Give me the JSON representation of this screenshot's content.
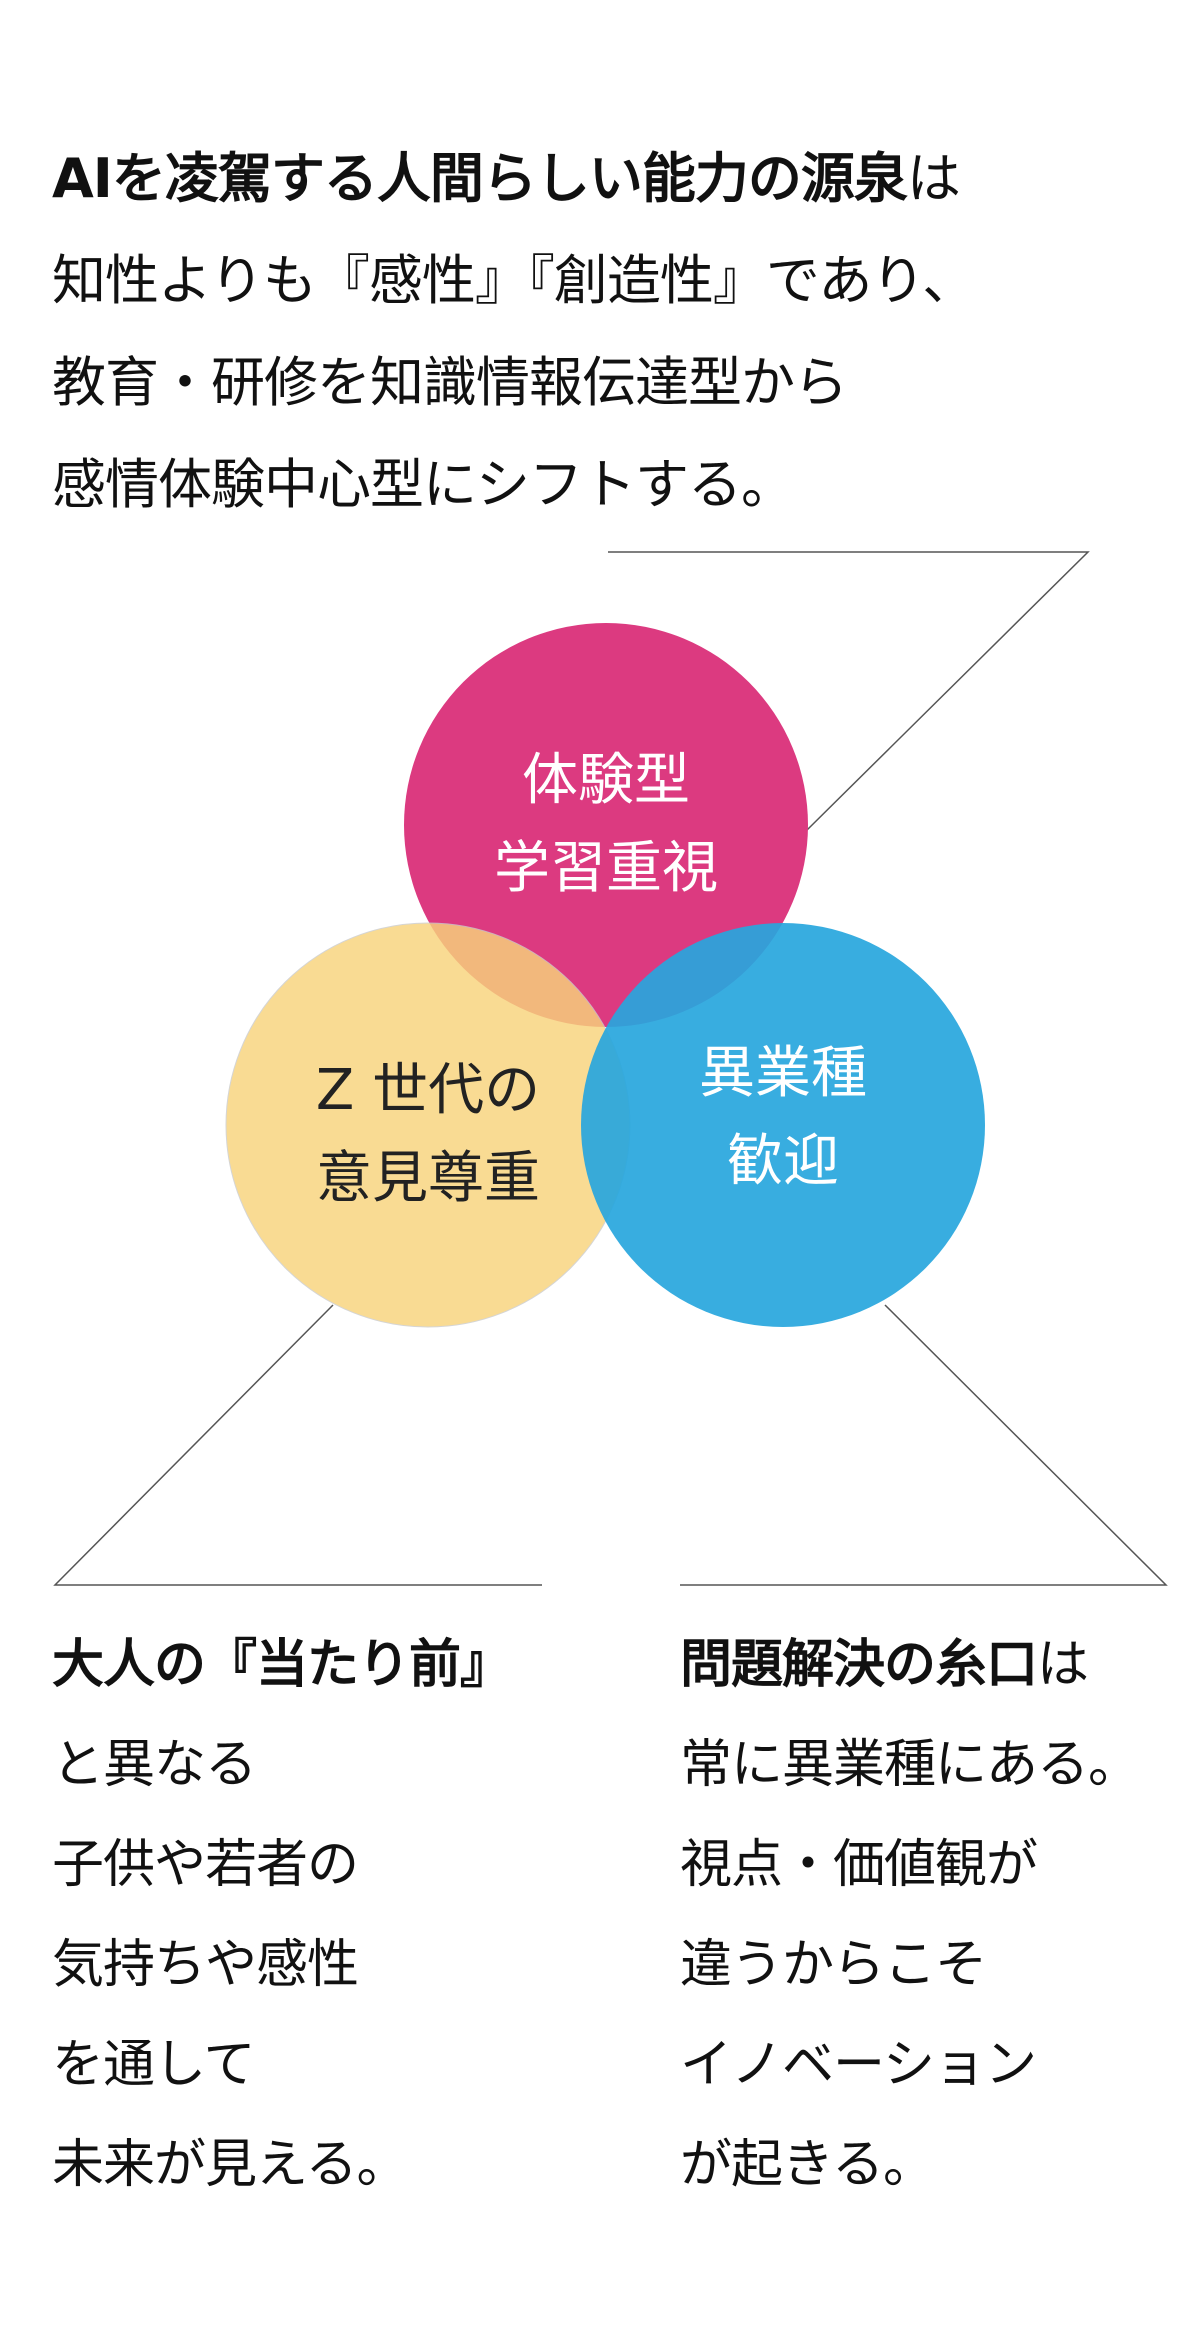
{
  "headline": {
    "line1_bold": "AIを凌駕する人間らしい能力の源泉",
    "line1_rest": "は",
    "line2": "知性よりも『感性』『創造性』であり、",
    "line3": "教育・研修を知識情報伝達型から",
    "line4": "感情体験中心型にシフトする。"
  },
  "circles": {
    "top": {
      "line1": "体験型",
      "line2": "学習重視",
      "color": "#dc3a80"
    },
    "left": {
      "line1": "Z 世代の",
      "line2": "意見尊重",
      "color": "#f8d47c"
    },
    "right": {
      "line1": "異業種",
      "line2": "歓迎",
      "color": "#27a6dd"
    }
  },
  "left_column": {
    "bold": "大人の『当たり前』",
    "lines": [
      "と異なる",
      "子供や若者の",
      "気持ちや感性",
      "を通して",
      "未来が見える。"
    ]
  },
  "right_column": {
    "bold": "問題解決の糸口",
    "bold_rest": "は",
    "lines": [
      "常に異業種にある。",
      "視点・価値観が",
      "違うからこそ",
      "イノベーション",
      "が起きる。"
    ]
  }
}
